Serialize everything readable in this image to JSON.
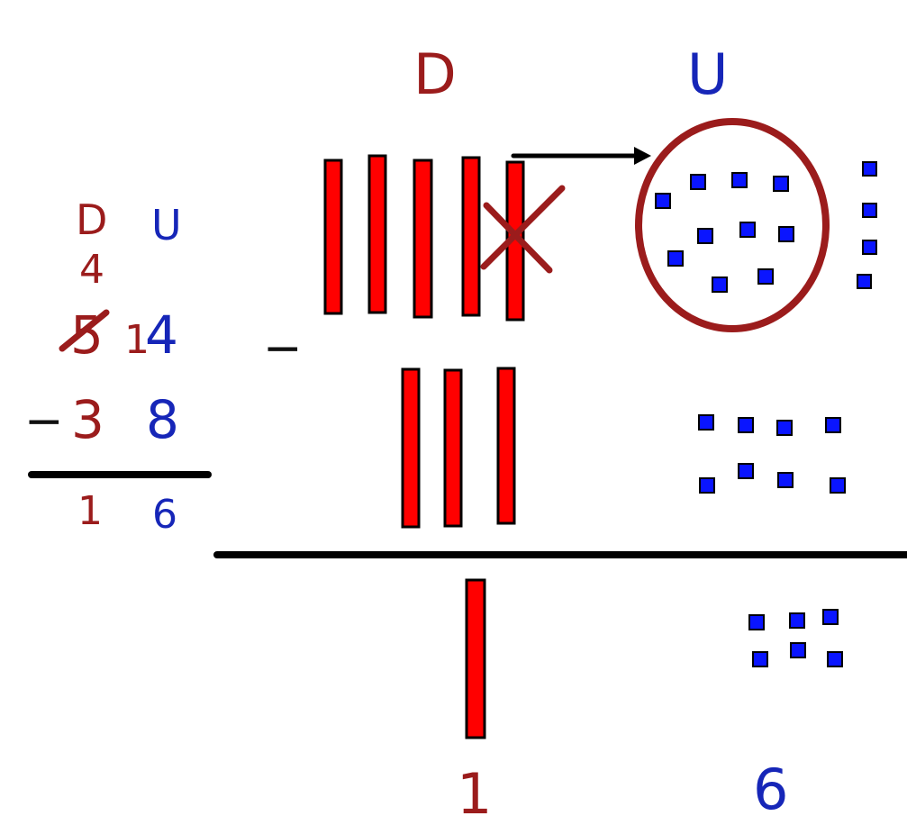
{
  "column_written": {
    "tens_label": "D",
    "units_label": "U",
    "borrow_tens": "4",
    "top_tens_original": "5",
    "top_units_regrouped_1": "1",
    "top_units_regrouped_4": "4",
    "minus_sign": "−",
    "bottom_tens": "3",
    "bottom_units": "8",
    "result_tens": "1",
    "result_units": "6"
  },
  "visual": {
    "tens_label": "D",
    "units_label": "U",
    "minus_sign": "−",
    "top_tens_rods": 5,
    "top_units_groups": {
      "in_circle": 10,
      "outside": 4
    },
    "subtract_tens_rods": 3,
    "subtract_units_cubes": 8,
    "result_tens": "1",
    "result_units": "6",
    "result_units_cubes": 6
  },
  "colors": {
    "tens": "#9b1c1c",
    "units": "#1626b8",
    "rod_fill": "#ff0000",
    "cube_fill": "#0a15ff",
    "rule": "#000000"
  },
  "icons": {
    "arrow": "right-arrow-icon",
    "cross": "x-mark-icon",
    "circle": "circle-icon"
  }
}
